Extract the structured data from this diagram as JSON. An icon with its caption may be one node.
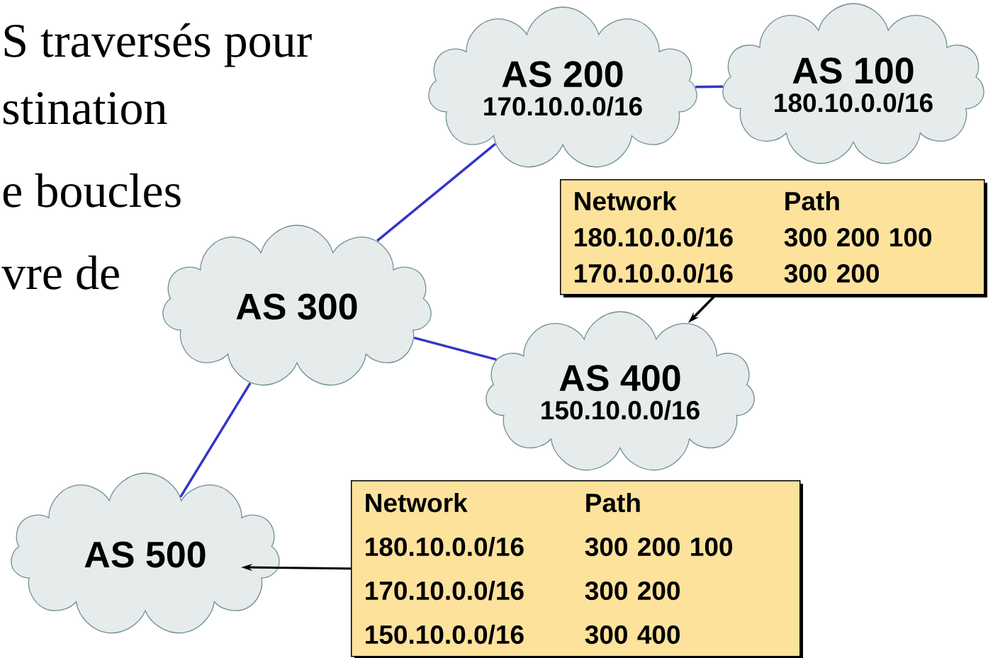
{
  "diagram": {
    "nodes": [
      {
        "text": [
          "AS 200",
          "170.10.0.0/16"
        ]
      },
      {
        "text": [
          "AS 100",
          "180.10.0.0/16"
        ]
      },
      {
        "text": [
          "AS 300"
        ]
      },
      {
        "text": [
          "Network",
          "Path",
          "180.10.0.0/16",
          "300 200 100",
          "170.10.0.0/16",
          "300 200"
        ]
      },
      {
        "text": [
          "AS 400",
          "150.10.0.0/16"
        ]
      },
      {
        "text": [
          "AS 500"
        ]
      },
      {
        "text": [
          "Network",
          "Path",
          "180.10.0.0/16",
          "300 200 100",
          "170.10.0.0/16",
          "300 200",
          "150.10.0.0/16",
          "300 400"
        ]
      }
    ],
    "edges": [
      {
        "from": 0,
        "to": 1,
        "arrow": "none"
      },
      {
        "from": 2,
        "to": 0,
        "arrow": "none"
      },
      {
        "from": 2,
        "to": 4,
        "arrow": "none"
      },
      {
        "from": 2,
        "to": 5,
        "arrow": "none"
      },
      {
        "from": 3,
        "to": 4,
        "arrow": "to",
        "color": "#000000"
      },
      {
        "from": 6,
        "to": 5,
        "arrow": "to",
        "color": "#000000"
      }
    ],
    "labels": [
      "S traversés pour",
      "stination",
      "e boucles",
      "vre de"
    ]
  }
}
